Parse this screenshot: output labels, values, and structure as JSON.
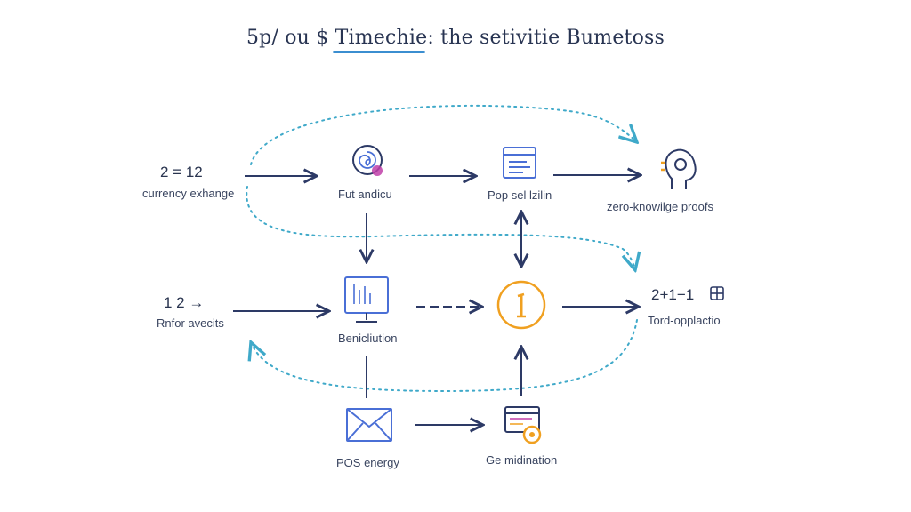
{
  "title": "5p/ ou $ Timechie: the setivitie Bumetoss",
  "nodes": {
    "left1_equation": "2 = 12",
    "left1_label": "currency exhange",
    "left2_equation": "1 2 →",
    "left2_label": "Rnfor avecits",
    "node_a_label": "Fut andicu",
    "node_b_label": "Pop sel lzilin",
    "node_c_label": "zero-knowilge proofs",
    "node_d_label": "Benicliution",
    "node_f_equation": "2+1−1",
    "node_f_label": "Tord-opplactio",
    "node_g_label": "POS energy",
    "node_h_label": "Ge midination"
  },
  "icons": {
    "node_a": "spiral-icon",
    "node_b": "document-icon",
    "node_c": "head-profile-icon",
    "node_d": "monitor-icon",
    "node_e": "coin-icon",
    "node_f": "plus-icon",
    "node_g": "envelope-icon",
    "node_h": "dashboard-icon"
  },
  "colors": {
    "arrow": "#2d3a66",
    "dotted": "#3fa9c9",
    "accent_blue": "#4a6fd6",
    "accent_orange": "#f0a020",
    "accent_magenta": "#c03ea8",
    "underline": "#3b8ed0"
  }
}
